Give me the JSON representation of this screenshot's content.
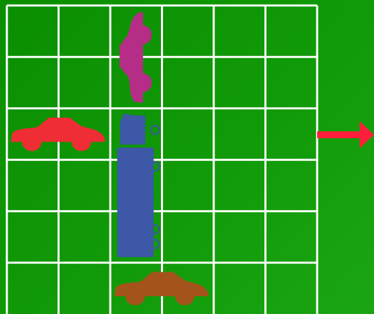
{
  "board": {
    "columns": 6,
    "rows": 6,
    "grid_color": "#ffffff",
    "background_color": "#0f9205"
  },
  "exit": {
    "row": 3,
    "side": "right",
    "arrow_icon": "right-arrow-icon",
    "color": "#ff1f3a"
  },
  "vehicles": [
    {
      "id": "red-car",
      "kind": "car",
      "color": "#ef2d34",
      "orientation": "horizontal",
      "row": 3,
      "col": 1,
      "length": 2,
      "facing": "right"
    },
    {
      "id": "purple-car",
      "kind": "car",
      "color": "#b52d86",
      "orientation": "vertical",
      "row": 1,
      "col": 3,
      "length": 2,
      "facing": "up"
    },
    {
      "id": "blue-truck",
      "kind": "truck",
      "color": "#3c58a6",
      "orientation": "vertical",
      "row": 3,
      "col": 3,
      "length": 3,
      "facing": "up"
    },
    {
      "id": "brown-car",
      "kind": "car",
      "color": "#a4541a",
      "orientation": "horizontal",
      "row": 6,
      "col": 3,
      "length": 2,
      "facing": "right"
    }
  ]
}
